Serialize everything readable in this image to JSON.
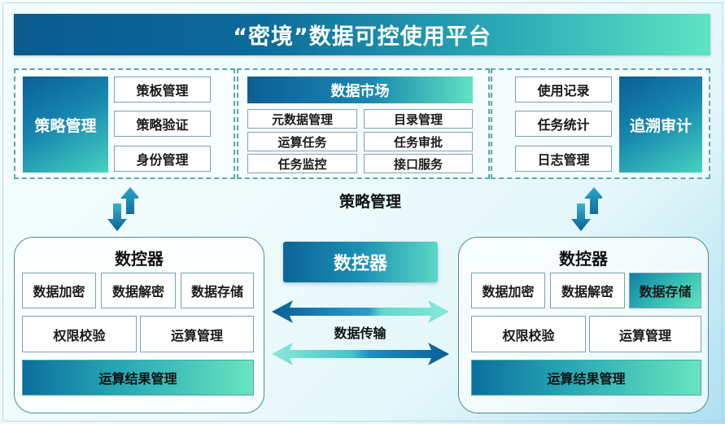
{
  "title": "“密境”数据可控使用平台",
  "policy_panel": {
    "heading": "策略管理",
    "items": [
      "策板管理",
      "策略验证",
      "身份管理"
    ]
  },
  "market_panel": {
    "heading": "数据市场",
    "items": [
      "元数据管理",
      "目录管理",
      "运算任务",
      "任务审批",
      "任务监控",
      "接口服务"
    ]
  },
  "audit_panel": {
    "heading": "追溯审计",
    "items": [
      "使用记录",
      "任务统计",
      "日志管理"
    ]
  },
  "middle_label": "策略管理",
  "left_controller": {
    "title": "数控器",
    "row1": [
      "数据加密",
      "数据解密",
      "数据存储"
    ],
    "row2": [
      "权限校验",
      "运算管理"
    ],
    "result": "运算结果管理"
  },
  "right_controller": {
    "title": "数控器",
    "row1": [
      "数据加密",
      "数据解密",
      "数据存储"
    ],
    "row2": [
      "权限校验",
      "运算管理"
    ],
    "result": "运算结果管理",
    "highlighted_item": "数据存储"
  },
  "center": {
    "label": "数控器",
    "transfer_label": "数据传输"
  },
  "icons": {
    "vertical_arrows": "up-down-arrows-icon",
    "transfer_arrows": "double-headed-arrow-icon"
  },
  "colors": {
    "primary_dark": "#0b5f94",
    "accent_teal": "#5fe3c2",
    "border": "#5aa8b0"
  }
}
